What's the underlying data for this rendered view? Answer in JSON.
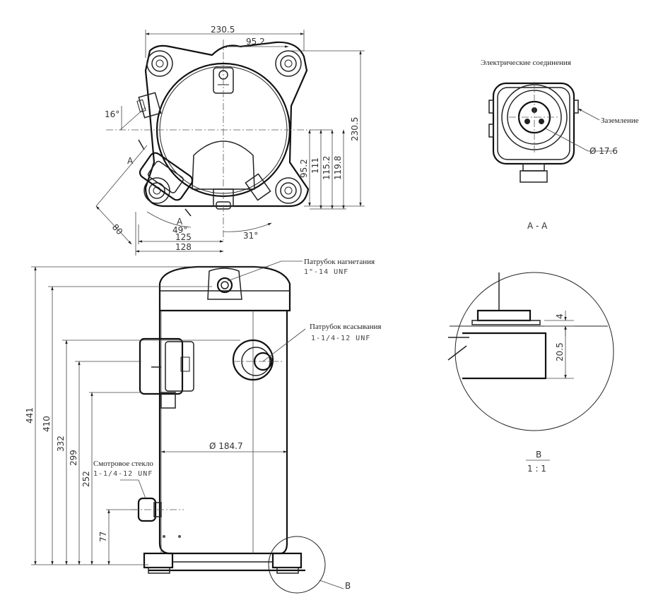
{
  "top_view": {
    "dims": {
      "width_total": "230.5",
      "width_half": "95.2",
      "height_total": "230.5",
      "h_95": "95.2",
      "h_111": "111",
      "h_115": "115.2",
      "h_119": "119.8",
      "angle_16": "16°",
      "angle_49": "49°",
      "angle_31": "31°",
      "dim_80": "80",
      "dim_125": "125",
      "dim_128": "128",
      "section_mark": "A"
    }
  },
  "electrical": {
    "title": "Электрические соединения",
    "ground_label": "Заземление",
    "diameter": "Ø 17.6",
    "section_caption": "A - A"
  },
  "side_view": {
    "discharge_label": "Патрубок нагнетания",
    "discharge_spec": "1\"-14 UNF",
    "suction_label": "Патрубок всасывания",
    "suction_spec": "1-1/4-12 UNF",
    "sight_glass_label": "Смотровое стекло",
    "sight_glass_spec": "1-1/4-12 UNF",
    "diameter": "Ø 184.7",
    "heights": {
      "h441": "441",
      "h410": "410",
      "h332": "332",
      "h299": "299",
      "h252": "252",
      "h77": "77"
    },
    "detail_ref": "B"
  },
  "detail_b": {
    "dim_4": "4",
    "dim_20": "20.5",
    "caption": "B",
    "scale": "1 : 1"
  }
}
